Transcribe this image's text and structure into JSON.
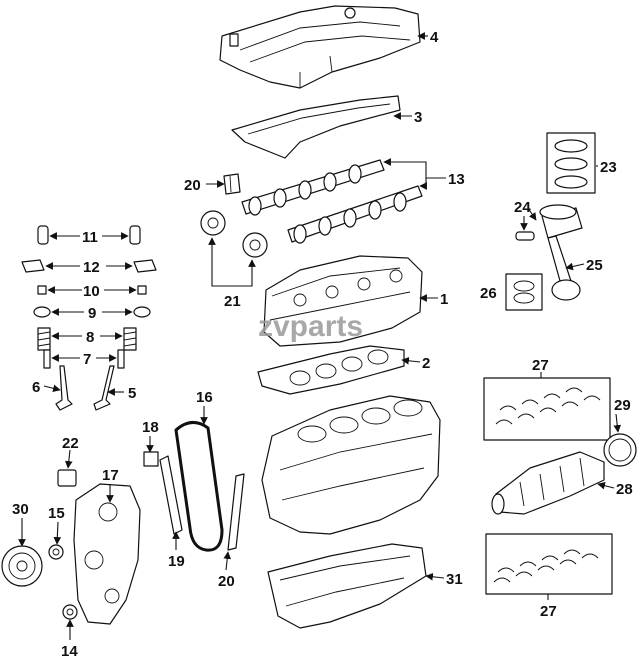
{
  "watermark": "zvparts",
  "callouts": {
    "c1": "1",
    "c2": "2",
    "c3": "3",
    "c4": "4",
    "c5": "5",
    "c6": "6",
    "c7": "7",
    "c8": "8",
    "c9": "9",
    "c10": "10",
    "c11": "11",
    "c12": "12",
    "c13": "13",
    "c14": "14",
    "c15": "15",
    "c16": "16",
    "c17": "17",
    "c18": "18",
    "c19": "19",
    "c20a": "20",
    "c20b": "20",
    "c21": "21",
    "c22": "22",
    "c23": "23",
    "c24": "24",
    "c25": "25",
    "c26": "26",
    "c27a": "27",
    "c27b": "27",
    "c28": "28",
    "c29": "29",
    "c30": "30",
    "c31": "31"
  },
  "colors": {
    "line": "#111111",
    "background": "#ffffff",
    "watermark": "#9a9a9a"
  }
}
